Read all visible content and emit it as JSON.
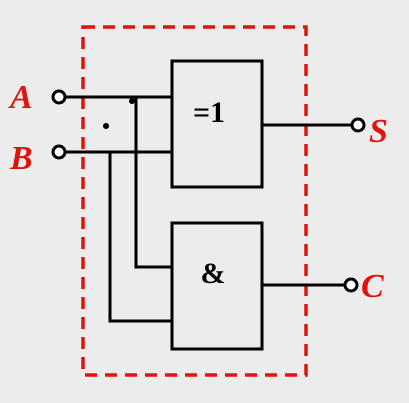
{
  "colors": {
    "boundary": "#e0140c",
    "label": "#e0140c",
    "line": "#000000",
    "background": "#ececec"
  },
  "inputs": [
    {
      "id": "A",
      "label": "A"
    },
    {
      "id": "B",
      "label": "B"
    }
  ],
  "outputs": [
    {
      "id": "S",
      "label": "S"
    },
    {
      "id": "C",
      "label": "C"
    }
  ],
  "gates": [
    {
      "id": "xor",
      "symbol": "=1"
    },
    {
      "id": "and",
      "symbol": "&"
    }
  ]
}
